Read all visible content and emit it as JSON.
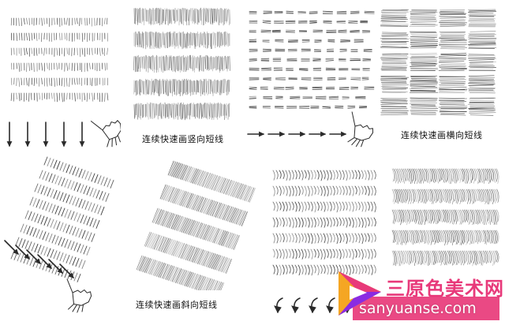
{
  "captions": {
    "vertical": "连续快速画竖向短线",
    "horizontal": "连续快速画横向短线",
    "diagonal": "连续快速画斜向短线"
  },
  "watermark": {
    "name": "三原色美术网",
    "url": "sanyuanse.com"
  },
  "colors": {
    "ink": "#2a2a2a",
    "background": "#ffffff",
    "watermark_pink": "#e8397a",
    "watermark_orange": "#f5a623",
    "watermark_purple": "#8a2be2"
  }
}
